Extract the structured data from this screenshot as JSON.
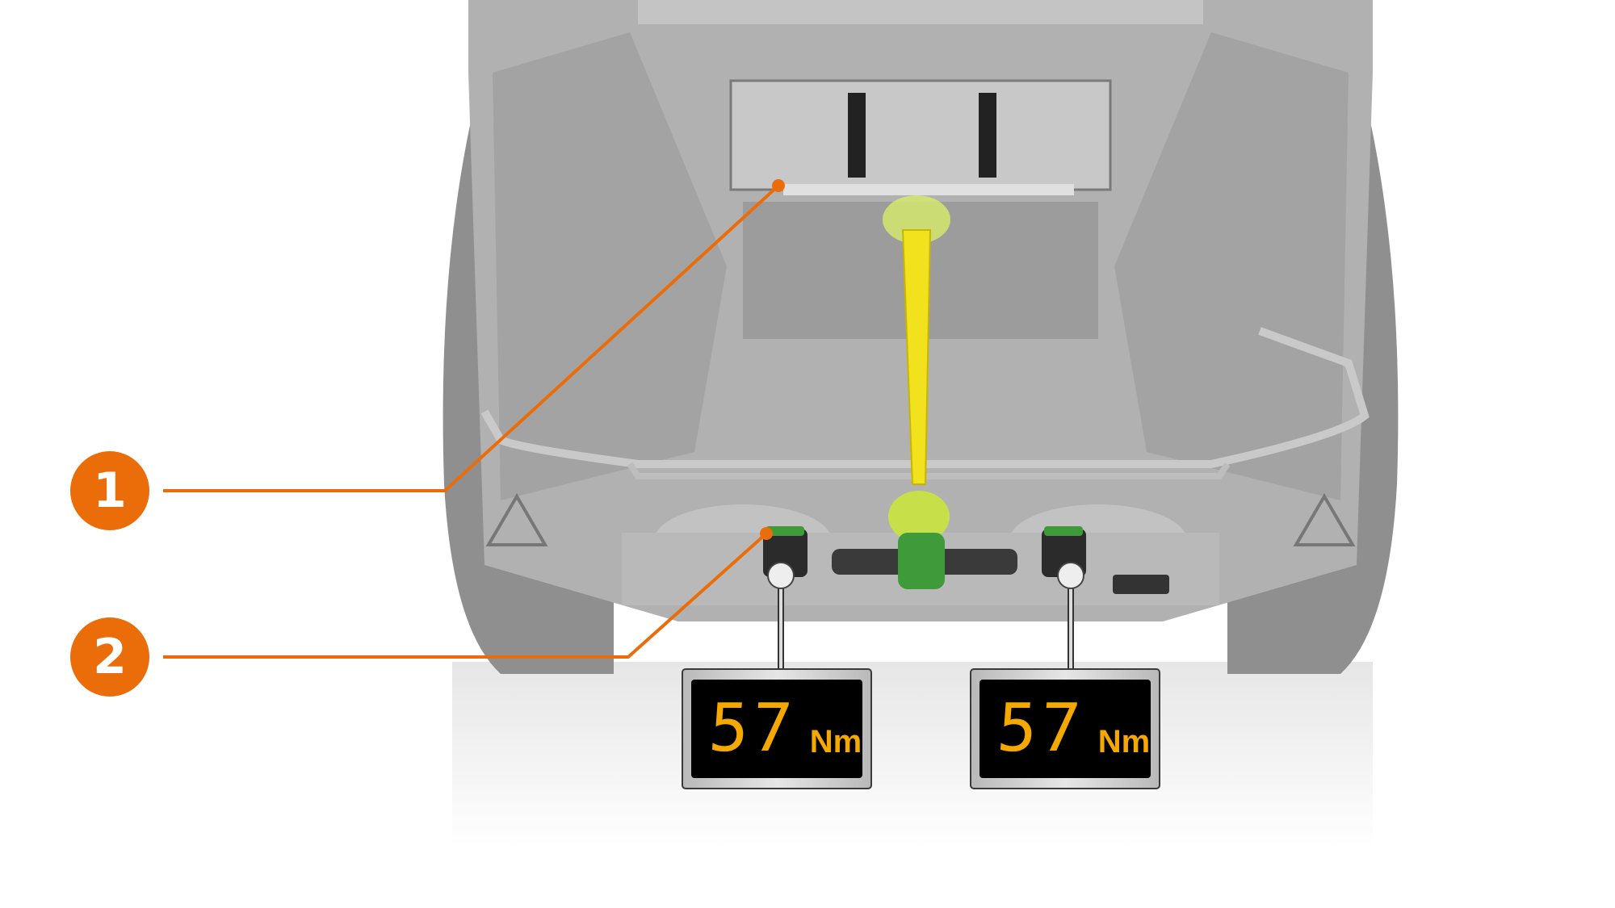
{
  "callouts": [
    {
      "number": "1"
    },
    {
      "number": "2"
    }
  ],
  "displays": [
    {
      "value": "57",
      "unit": "Nm"
    },
    {
      "value": "57",
      "unit": "Nm"
    }
  ],
  "colors": {
    "accent": "#eb6d0a",
    "display_digits": "#f5a800",
    "shaft": "#f2e21e",
    "gearbox": "#3f9a3a",
    "machine": "#a9a9a9"
  }
}
